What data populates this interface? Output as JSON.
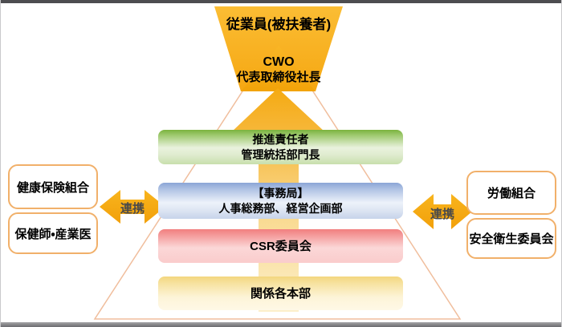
{
  "funnel": {
    "label": "従業員(被扶養者)"
  },
  "cwo": {
    "line1": "CWO",
    "line2": "代表取締役社長"
  },
  "levels": [
    {
      "name": "promotion-leader",
      "line1": "推進責任者",
      "line2": "管理統括部門長",
      "color": "#7ab33d"
    },
    {
      "name": "secretariat",
      "line1": "【事務局】",
      "line2": "人事総務部、経営企画部",
      "color": "#8aa5d6"
    },
    {
      "name": "csr-committee",
      "line1": "CSR委員会",
      "line2": "",
      "color": "#f17e7e"
    },
    {
      "name": "related-headquarters",
      "line1": "関係各本部",
      "line2": "",
      "color": "#f3d67e"
    }
  ],
  "left_boxes": [
    {
      "label": "健康保険組合"
    },
    {
      "label": "保健師・産業医"
    }
  ],
  "right_boxes": [
    {
      "label": "労働組合"
    },
    {
      "label": "安全衛生委員会"
    }
  ],
  "links": {
    "left_label": "連携",
    "right_label": "連携"
  },
  "colors": {
    "gold_arrow": "#f6ab17",
    "pyramid_outline": "#f0be9d",
    "box_border": "#f1b06a",
    "link_text": "#4a4a4a",
    "frame": "#4d4d50"
  }
}
